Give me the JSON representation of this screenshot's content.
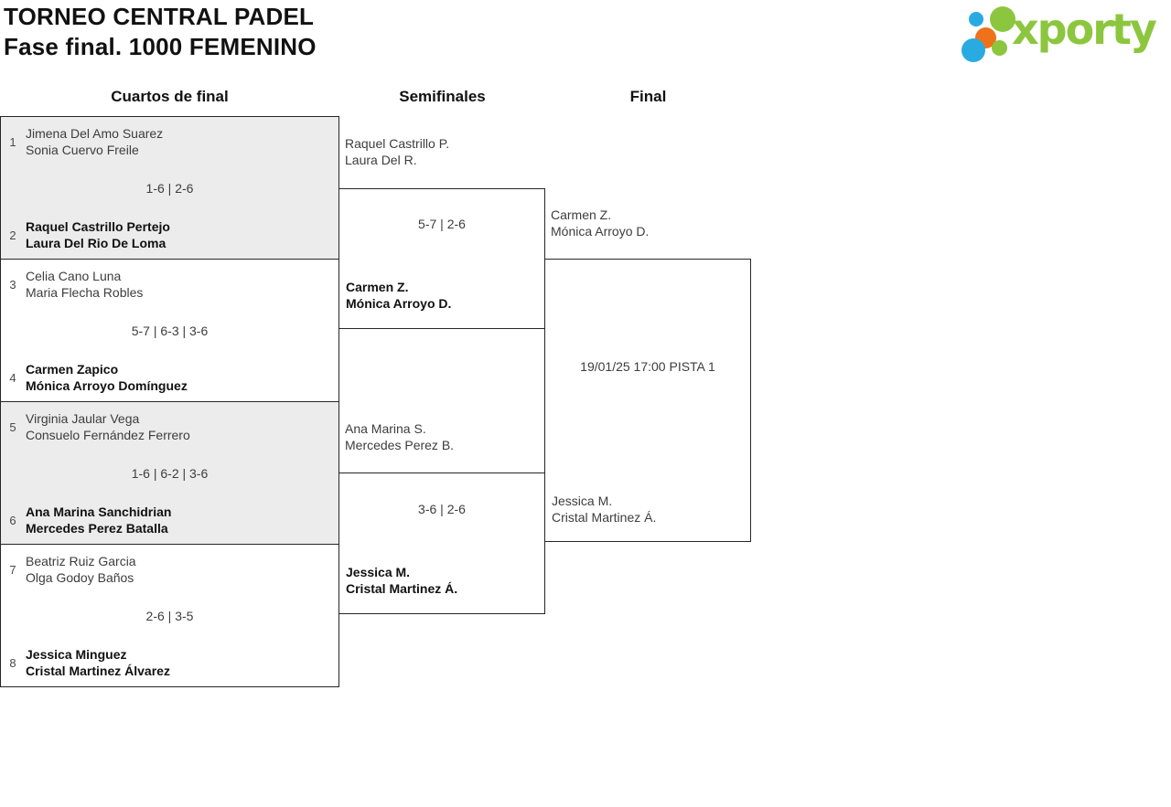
{
  "page": {
    "title_line1": "TORNEO CENTRAL PADEL",
    "title_line2": "Fase final. 1000 FEMENINO"
  },
  "logo": {
    "wordmark": "xporty",
    "colors": {
      "green": "#8cc63e",
      "blue": "#29abe2",
      "orange": "#ee7219"
    }
  },
  "rounds": {
    "quarters": "Cuartos de final",
    "semis": "Semifinales",
    "final": "Final"
  },
  "bracket": {
    "quarterfinals": [
      {
        "team1": {
          "seed": "1",
          "players": [
            "Jimena Del Amo Suarez",
            "Sonia Cuervo Freile"
          ],
          "winner": false
        },
        "score": "1-6 | 2-6",
        "team2": {
          "seed": "2",
          "players": [
            "Raquel Castrillo Pertejo",
            "Laura Del Rio De Loma"
          ],
          "winner": true
        }
      },
      {
        "team1": {
          "seed": "3",
          "players": [
            "Celia Cano Luna",
            "Maria Flecha Robles"
          ],
          "winner": false
        },
        "score": "5-7 | 6-3 | 3-6",
        "team2": {
          "seed": "4",
          "players": [
            "Carmen Zapico",
            "Mónica Arroyo Domínguez"
          ],
          "winner": true
        }
      },
      {
        "team1": {
          "seed": "5",
          "players": [
            "Virginia Jaular Vega",
            "Consuelo Fernández Ferrero"
          ],
          "winner": false
        },
        "score": "1-6 | 6-2 | 3-6",
        "team2": {
          "seed": "6",
          "players": [
            "Ana Marina Sanchidrian",
            "Mercedes Perez Batalla"
          ],
          "winner": true
        }
      },
      {
        "team1": {
          "seed": "7",
          "players": [
            "Beatriz Ruiz Garcia",
            "Olga Godoy Baños"
          ],
          "winner": false
        },
        "score": "2-6 | 3-5",
        "team2": {
          "seed": "8",
          "players": [
            "Jessica Minguez",
            "Cristal Martinez Álvarez"
          ],
          "winner": true
        }
      }
    ],
    "semifinals": [
      {
        "team1": {
          "players": [
            "Raquel Castrillo P.",
            "Laura Del R."
          ],
          "winner": false
        },
        "score": "5-7 | 2-6",
        "team2": {
          "players": [
            "Carmen Z.",
            "Mónica Arroyo D."
          ],
          "winner": true
        }
      },
      {
        "team1": {
          "players": [
            "Ana Marina S.",
            "Mercedes Perez B."
          ],
          "winner": false
        },
        "score": "3-6 | 2-6",
        "team2": {
          "players": [
            "Jessica M.",
            "Cristal Martinez Á."
          ],
          "winner": true
        }
      }
    ],
    "final": {
      "team1": {
        "players": [
          "Carmen Z.",
          "Mónica Arroyo D."
        ],
        "winner": false
      },
      "schedule": "19/01/25 17:00 PISTA 1",
      "team2": {
        "players": [
          "Jessica M.",
          "Cristal Martinez Á."
        ],
        "winner": false
      }
    }
  }
}
